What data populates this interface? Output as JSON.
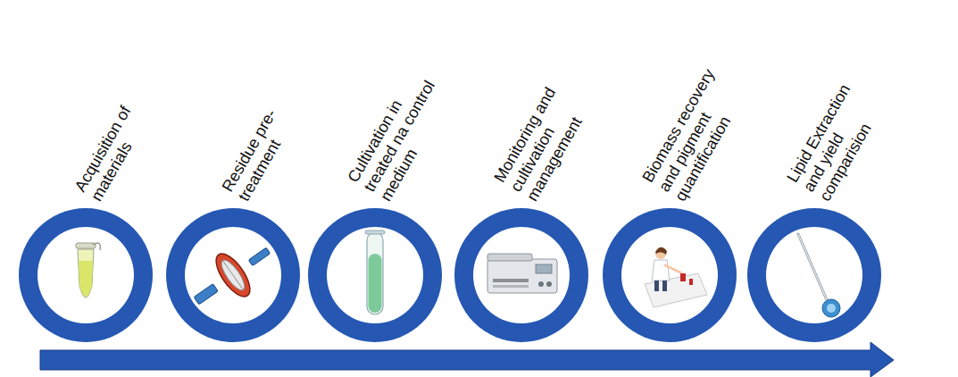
{
  "diagram": {
    "nodes": [
      {
        "text": [
          "Acquisition of materials"
        ]
      },
      {
        "text": [
          "Residue pre-treatment"
        ]
      },
      {
        "text": [
          "Cultivation in treated na control medium"
        ]
      },
      {
        "text": [
          "Monitoring and cultivation management"
        ]
      },
      {
        "text": [
          "Biomass recovery and pigment quantification"
        ]
      },
      {
        "text": [
          "Lipid Extraction and yield comparision"
        ]
      }
    ]
  }
}
